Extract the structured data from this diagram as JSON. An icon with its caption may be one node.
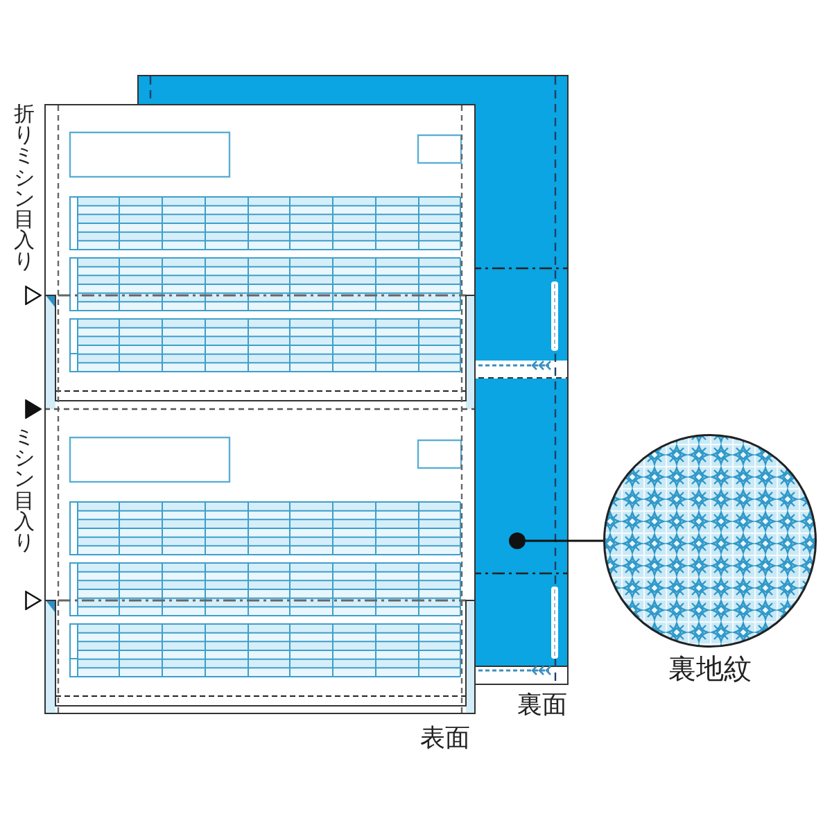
{
  "diagram": {
    "nodes": [
      {
        "text": [
          "裏面"
        ]
      },
      {
        "text": [
          "表面"
        ],
        "beside": [
          "折りミシン目入り",
          "ミシン目入り"
        ]
      },
      {
        "text": [],
        "shape": "circle",
        "in": 0
      },
      {
        "text": [
          "裏地紋"
        ]
      }
    ],
    "edges": [
      {
        "from": 2,
        "to": 3,
        "arrow": "none"
      }
    ]
  }
}
